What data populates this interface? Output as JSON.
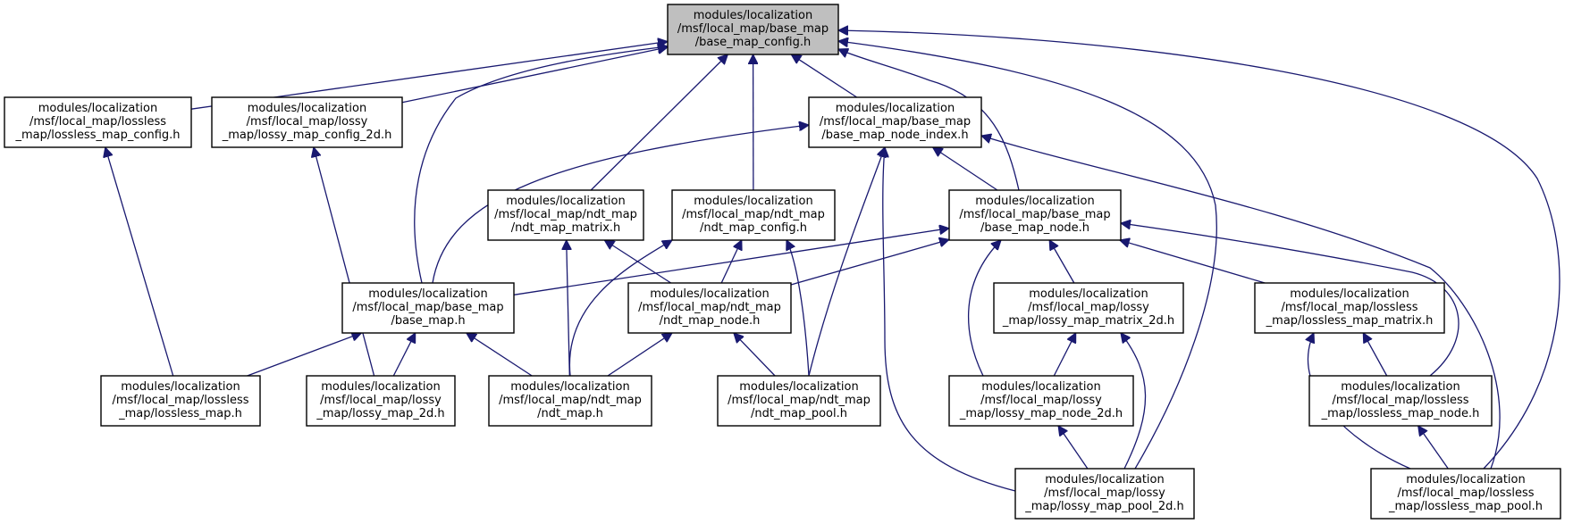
{
  "graph": {
    "edge_color": "#191970",
    "root_fill": "#bfbfbf",
    "nodes": [
      {
        "id": "root",
        "lines": [
          "modules/localization",
          "/msf/local_map/base_map",
          "/base_map_config.h"
        ]
      },
      {
        "id": "lossless_cfg",
        "lines": [
          "modules/localization",
          "/msf/local_map/lossless",
          "_map/lossless_map_config.h"
        ]
      },
      {
        "id": "lossy_cfg",
        "lines": [
          "modules/localization",
          "/msf/local_map/lossy",
          "_map/lossy_map_config_2d.h"
        ]
      },
      {
        "id": "node_index",
        "lines": [
          "modules/localization",
          "/msf/local_map/base_map",
          "/base_map_node_index.h"
        ]
      },
      {
        "id": "ndt_matrix",
        "lines": [
          "modules/localization",
          "/msf/local_map/ndt_map",
          "/ndt_map_matrix.h"
        ]
      },
      {
        "id": "ndt_cfg",
        "lines": [
          "modules/localization",
          "/msf/local_map/ndt_map",
          "/ndt_map_config.h"
        ]
      },
      {
        "id": "base_node",
        "lines": [
          "modules/localization",
          "/msf/local_map/base_map",
          "/base_map_node.h"
        ]
      },
      {
        "id": "base_map",
        "lines": [
          "modules/localization",
          "/msf/local_map/base_map",
          "/base_map.h"
        ]
      },
      {
        "id": "ndt_node",
        "lines": [
          "modules/localization",
          "/msf/local_map/ndt_map",
          "/ndt_map_node.h"
        ]
      },
      {
        "id": "lossy_matrix",
        "lines": [
          "modules/localization",
          "/msf/local_map/lossy",
          "_map/lossy_map_matrix_2d.h"
        ]
      },
      {
        "id": "lossless_matrix",
        "lines": [
          "modules/localization",
          "/msf/local_map/lossless",
          "_map/lossless_map_matrix.h"
        ]
      },
      {
        "id": "lossless_map",
        "lines": [
          "modules/localization",
          "/msf/local_map/lossless",
          "_map/lossless_map.h"
        ]
      },
      {
        "id": "lossy_map",
        "lines": [
          "modules/localization",
          "/msf/local_map/lossy",
          "_map/lossy_map_2d.h"
        ]
      },
      {
        "id": "ndt_map",
        "lines": [
          "modules/localization",
          "/msf/local_map/ndt_map",
          "/ndt_map.h"
        ]
      },
      {
        "id": "ndt_pool",
        "lines": [
          "modules/localization",
          "/msf/local_map/ndt_map",
          "/ndt_map_pool.h"
        ]
      },
      {
        "id": "lossy_node",
        "lines": [
          "modules/localization",
          "/msf/local_map/lossy",
          "_map/lossy_map_node_2d.h"
        ]
      },
      {
        "id": "lossless_node",
        "lines": [
          "modules/localization",
          "/msf/local_map/lossless",
          "_map/lossless_map_node.h"
        ]
      },
      {
        "id": "lossy_pool",
        "lines": [
          "modules/localization",
          "/msf/local_map/lossy",
          "_map/lossy_map_pool_2d.h"
        ]
      },
      {
        "id": "lossless_pool",
        "lines": [
          "modules/localization",
          "/msf/local_map/lossless",
          "_map/lossless_map_pool.h"
        ]
      }
    ],
    "edges": [
      {
        "from": "lossless_cfg",
        "to": "root"
      },
      {
        "from": "lossy_cfg",
        "to": "root"
      },
      {
        "from": "node_index",
        "to": "root"
      },
      {
        "from": "ndt_matrix",
        "to": "root"
      },
      {
        "from": "ndt_cfg",
        "to": "root"
      },
      {
        "from": "base_node",
        "to": "root"
      },
      {
        "from": "base_map",
        "to": "root"
      },
      {
        "from": "lossy_pool",
        "to": "root"
      },
      {
        "from": "lossless_pool",
        "to": "root"
      },
      {
        "from": "lossless_map",
        "to": "lossless_cfg"
      },
      {
        "from": "lossy_map",
        "to": "lossy_cfg"
      },
      {
        "from": "base_map",
        "to": "node_index"
      },
      {
        "from": "base_node",
        "to": "node_index"
      },
      {
        "from": "ndt_pool",
        "to": "node_index"
      },
      {
        "from": "lossy_pool",
        "to": "node_index"
      },
      {
        "from": "lossless_pool",
        "to": "node_index"
      },
      {
        "from": "ndt_map",
        "to": "ndt_matrix"
      },
      {
        "from": "ndt_node",
        "to": "ndt_matrix"
      },
      {
        "from": "ndt_node",
        "to": "ndt_cfg"
      },
      {
        "from": "ndt_map",
        "to": "ndt_cfg"
      },
      {
        "from": "ndt_pool",
        "to": "ndt_cfg"
      },
      {
        "from": "base_map",
        "to": "base_node"
      },
      {
        "from": "ndt_node",
        "to": "base_node"
      },
      {
        "from": "lossy_matrix",
        "to": "base_node"
      },
      {
        "from": "lossless_matrix",
        "to": "base_node"
      },
      {
        "from": "lossy_node",
        "to": "base_node"
      },
      {
        "from": "lossless_node",
        "to": "base_node"
      },
      {
        "from": "lossless_map",
        "to": "base_map"
      },
      {
        "from": "lossy_map",
        "to": "base_map"
      },
      {
        "from": "ndt_map",
        "to": "base_map"
      },
      {
        "from": "ndt_map",
        "to": "ndt_node"
      },
      {
        "from": "ndt_pool",
        "to": "ndt_node"
      },
      {
        "from": "lossy_node",
        "to": "lossy_matrix"
      },
      {
        "from": "lossy_pool",
        "to": "lossy_matrix"
      },
      {
        "from": "lossless_node",
        "to": "lossless_matrix"
      },
      {
        "from": "lossless_pool",
        "to": "lossless_matrix"
      },
      {
        "from": "lossy_pool",
        "to": "lossy_node"
      },
      {
        "from": "lossless_pool",
        "to": "lossless_node"
      }
    ]
  }
}
